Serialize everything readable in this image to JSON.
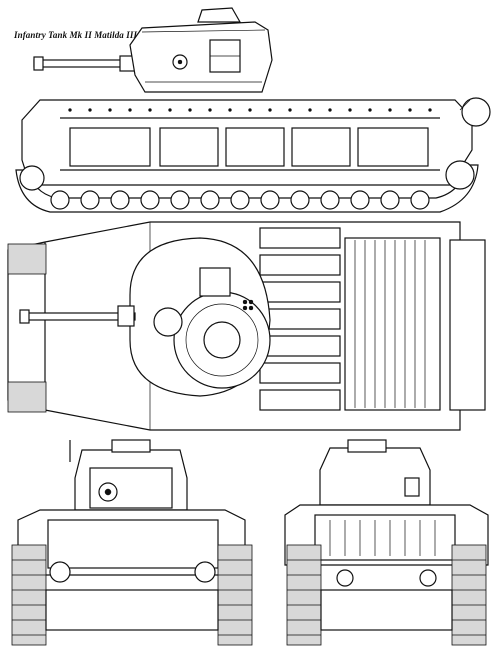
{
  "sheet": {
    "caption": "Infantry Tank Mk II Matilda III"
  },
  "views": [
    {
      "name": "side-view"
    },
    {
      "name": "top-view"
    },
    {
      "name": "front-view"
    },
    {
      "name": "rear-view"
    }
  ],
  "colors": {
    "ink": "#111111",
    "paper": "#ffffff"
  }
}
